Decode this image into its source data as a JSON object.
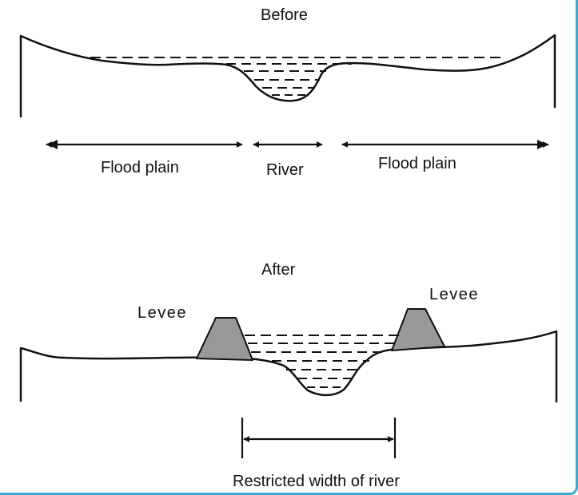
{
  "before": {
    "title": "Before",
    "labels": {
      "flood_plain_left": "Flood plain",
      "river": "River",
      "flood_plain_right": "Flood plain"
    }
  },
  "after": {
    "title": "After",
    "labels": {
      "levee_left": "Levee",
      "levee_right": "Levee",
      "restricted_width": "Restricted width of river"
    }
  },
  "colors": {
    "ink": "#111111",
    "levee_fill": "#999999",
    "frame_accent": "#3aa9cf",
    "background": "#ffffff"
  }
}
